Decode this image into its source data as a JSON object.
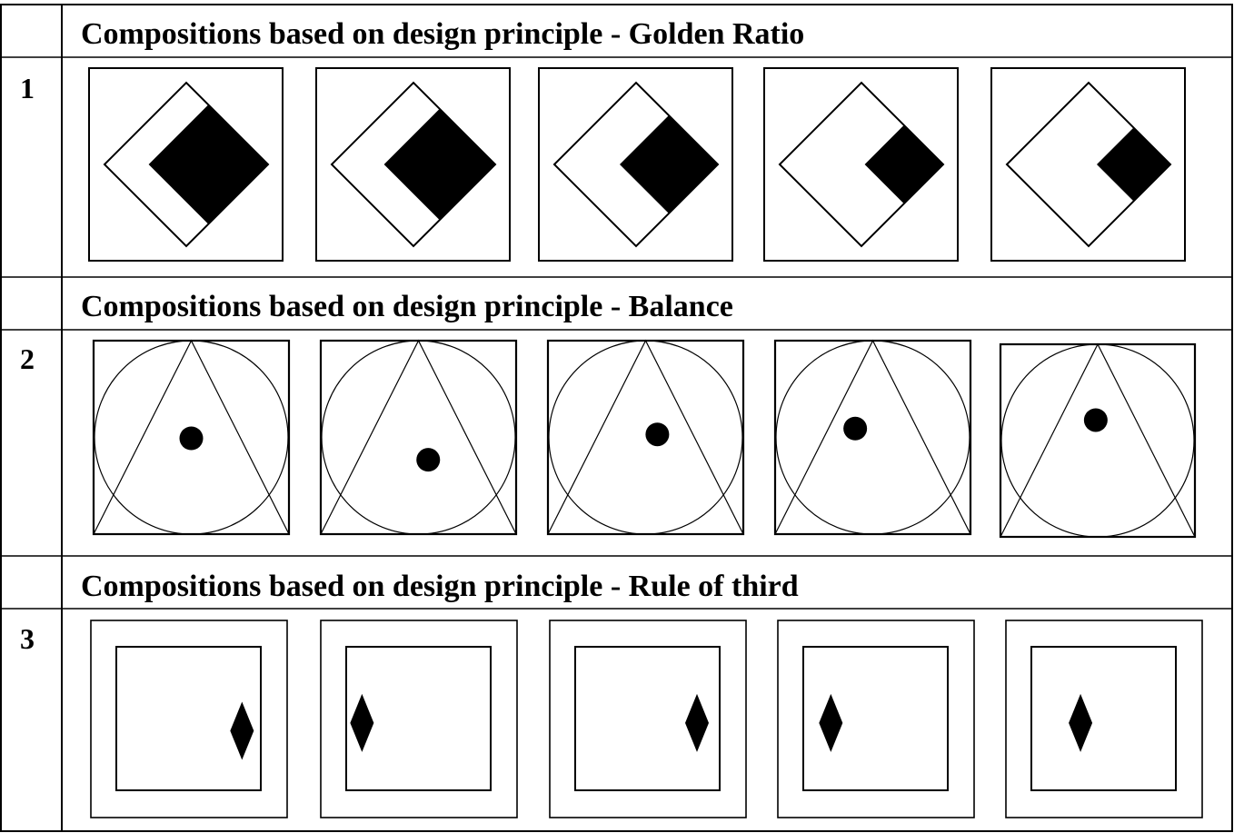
{
  "sections": [
    {
      "number": "1",
      "title": "Compositions based on design principle - Golden Ratio",
      "principle": "golden-ratio",
      "variants": [
        {
          "inner_fraction": 0.73
        },
        {
          "inner_fraction": 0.68
        },
        {
          "inner_fraction": 0.6
        },
        {
          "inner_fraction": 0.48
        },
        {
          "inner_fraction": 0.45
        }
      ]
    },
    {
      "number": "2",
      "title": "Compositions based on design principle - Balance",
      "principle": "balance",
      "variants": [
        {
          "dot": [
            0.5,
            0.5
          ]
        },
        {
          "dot": [
            0.55,
            0.61
          ]
        },
        {
          "dot": [
            0.56,
            0.48
          ]
        },
        {
          "dot": [
            0.41,
            0.45
          ]
        },
        {
          "dot": [
            0.49,
            0.39
          ]
        }
      ]
    },
    {
      "number": "3",
      "title": "Compositions based on design principle - Rule of third",
      "principle": "rule-of-third",
      "variants": [
        {
          "mark": [
            0.77,
            0.56
          ]
        },
        {
          "mark": [
            0.21,
            0.52
          ]
        },
        {
          "mark": [
            0.75,
            0.52
          ]
        },
        {
          "mark": [
            0.27,
            0.52
          ]
        },
        {
          "mark": [
            0.38,
            0.52
          ]
        }
      ]
    }
  ]
}
